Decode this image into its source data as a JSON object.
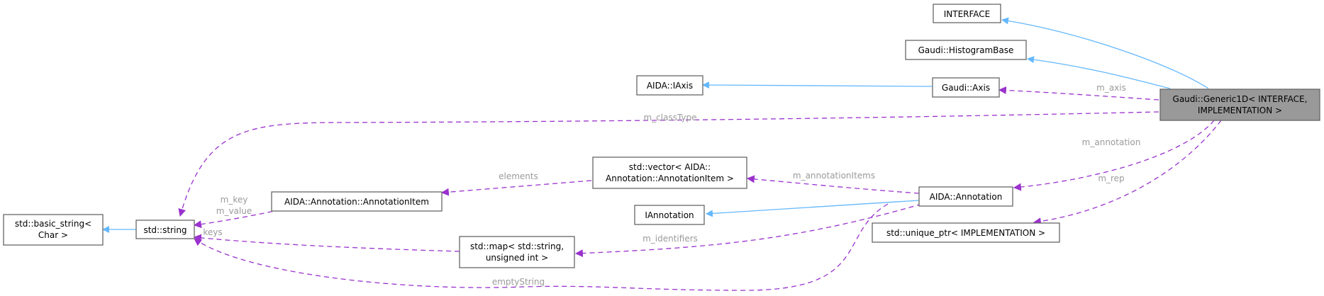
{
  "nodes": {
    "interface": "INTERFACE",
    "histogram_base": "Gaudi::HistogramBase",
    "aida_iaxis": "AIDA::IAxis",
    "gaudi_axis": "Gaudi::Axis",
    "generic1d": [
      "Gaudi::Generic1D< INTERFACE,",
      "IMPLEMENTATION >"
    ],
    "basic_string": [
      "std::basic_string<",
      "Char >"
    ],
    "std_string": "std::string",
    "annotation_item": "AIDA::Annotation::AnnotationItem",
    "vector": [
      "std::vector< AIDA::",
      "Annotation::AnnotationItem >"
    ],
    "iannotation": "IAnnotation",
    "aida_annotation": "AIDA::Annotation",
    "map": [
      "std::map< std::string,",
      "unsigned int >"
    ],
    "unique_ptr": "std::unique_ptr< IMPLEMENTATION >"
  },
  "edge_labels": {
    "m_axis": "m_axis",
    "m_classType": "m_classType",
    "m_annotation": "m_annotation",
    "m_rep": "m_rep",
    "elements": "elements",
    "m_annotationItems": "m_annotationItems",
    "m_key": "m_key",
    "m_value": "m_value",
    "keys": "keys",
    "m_identifiers": "m_identifiers",
    "emptyString": "emptyString"
  },
  "colors": {
    "inheritance": "#63b8ff",
    "usage": "#9a32cd",
    "label": "#9a9a9a",
    "highlight_node": "#999999"
  }
}
